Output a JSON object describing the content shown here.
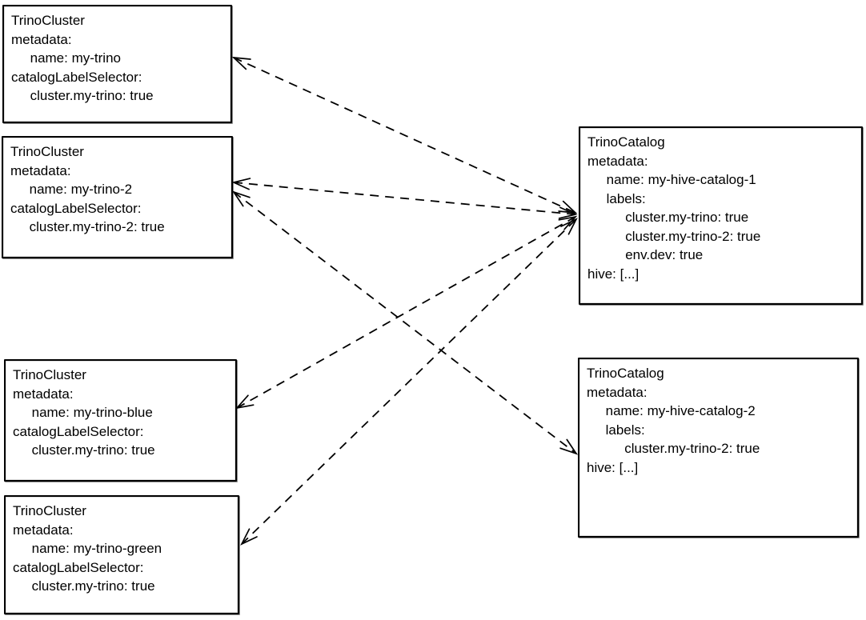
{
  "diagram": {
    "kind": "kubernetes-crd-label-selector-diagram",
    "colors": {
      "ink": "#000000",
      "background": "#ffffff"
    }
  },
  "boxes": [
    {
      "id": "trino-cluster-my-trino",
      "lines": [
        "TrinoCluster",
        "metadata:",
        "     name: my-trino",
        "catalogLabelSelector:",
        "     cluster.my-trino: true"
      ]
    },
    {
      "id": "trino-cluster-my-trino-2",
      "lines": [
        "TrinoCluster",
        "metadata:",
        "     name: my-trino-2",
        "catalogLabelSelector:",
        "     cluster.my-trino-2: true"
      ]
    },
    {
      "id": "trino-cluster-my-trino-blue",
      "lines": [
        "TrinoCluster",
        "metadata:",
        "     name: my-trino-blue",
        "catalogLabelSelector:",
        "     cluster.my-trino: true"
      ]
    },
    {
      "id": "trino-cluster-my-trino-green",
      "lines": [
        "TrinoCluster",
        "metadata:",
        "     name: my-trino-green",
        "catalogLabelSelector:",
        "     cluster.my-trino: true"
      ]
    },
    {
      "id": "trino-catalog-my-hive-catalog-1",
      "lines": [
        "TrinoCatalog",
        "metadata:",
        "     name: my-hive-catalog-1",
        "     labels:",
        "          cluster.my-trino: true",
        "          cluster.my-trino-2: true",
        "          env.dev: true",
        "hive: [...]"
      ]
    },
    {
      "id": "trino-catalog-my-hive-catalog-2",
      "lines": [
        "TrinoCatalog",
        "metadata:",
        "     name: my-hive-catalog-2",
        "     labels:",
        "          cluster.my-trino-2: true",
        "hive: [...]"
      ]
    }
  ],
  "connections": [
    {
      "from": "my-trino",
      "to": "my-hive-catalog-1",
      "style": "dashed-double-arrow"
    },
    {
      "from": "my-trino-2",
      "to": "my-hive-catalog-1",
      "style": "dashed-double-arrow"
    },
    {
      "from": "my-trino-2",
      "to": "my-hive-catalog-2",
      "style": "dashed-double-arrow"
    },
    {
      "from": "my-trino-blue",
      "to": "my-hive-catalog-1",
      "style": "dashed-double-arrow"
    },
    {
      "from": "my-trino-green",
      "to": "my-hive-catalog-1",
      "style": "dashed-double-arrow"
    }
  ]
}
